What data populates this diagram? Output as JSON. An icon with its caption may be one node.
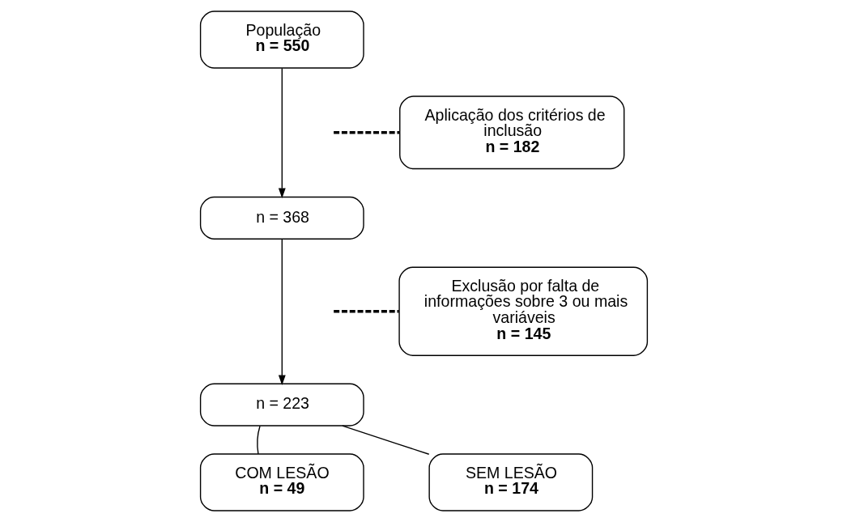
{
  "diagram": {
    "nodes": [
      {
        "text": [
          "População",
          "n = 550"
        ]
      },
      {
        "text": [
          "Aplicação dos critérios de inclusão",
          "n = 182"
        ]
      },
      {
        "text": [
          "n = 368"
        ]
      },
      {
        "text": [
          "Exclusão por falta de informações sobre 3 ou mais variáveis",
          "n = 145"
        ]
      },
      {
        "text": [
          "n = 223"
        ]
      },
      {
        "text": [
          "COM LESÃO",
          "n = 49"
        ]
      },
      {
        "text": [
          "SEM LESÃO",
          "n = 174"
        ]
      }
    ],
    "edges": [
      {
        "from": 0,
        "to": 2,
        "arrow": "to"
      },
      {
        "from": 1,
        "to": null,
        "arrow": "none",
        "style": "dashed"
      },
      {
        "from": 2,
        "to": 4,
        "arrow": "to"
      },
      {
        "from": 3,
        "to": null,
        "arrow": "none",
        "style": "dashed"
      },
      {
        "from": 4,
        "to": 5,
        "arrow": "none"
      },
      {
        "from": 4,
        "to": 6,
        "arrow": "none"
      }
    ]
  }
}
